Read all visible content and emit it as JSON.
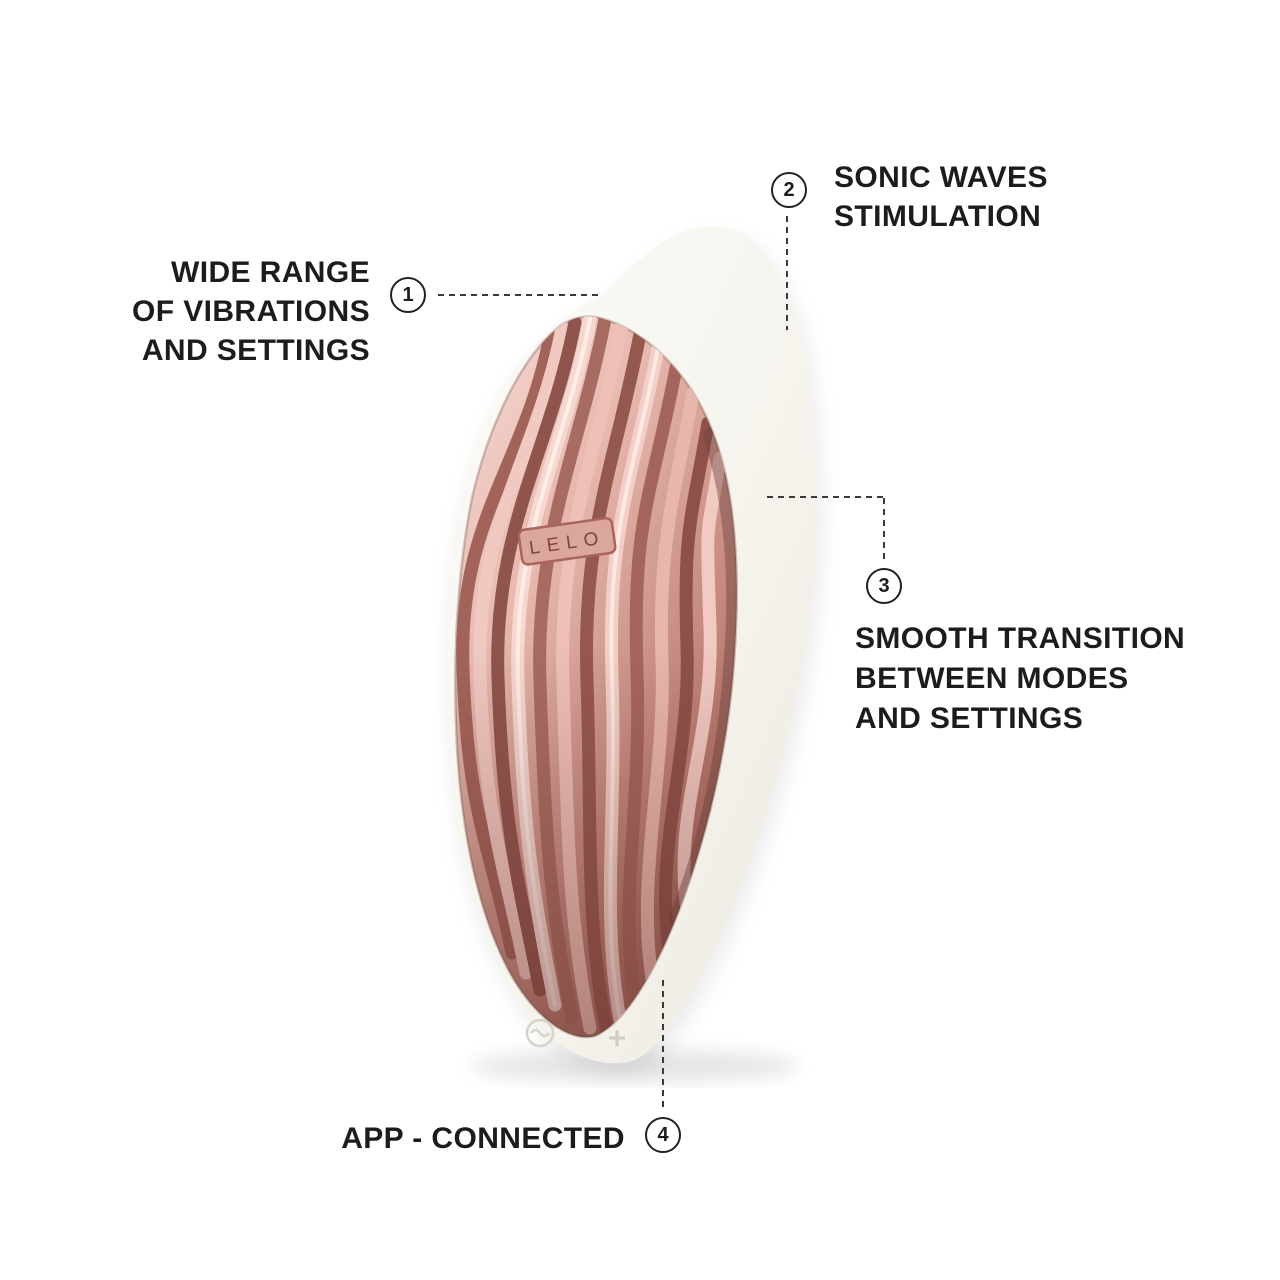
{
  "page": {
    "background": "#ffffff",
    "description": "Product feature callout diagram"
  },
  "product": {
    "brand": "LELO",
    "illustration": "sonic-clitoral-massager-device",
    "colors": {
      "body": "#f6f4ee",
      "panel_light": "#f7ddd6",
      "panel_mid": "#c5897e",
      "panel_dark": "#9a5d53",
      "text": "#1c1c1c"
    },
    "bottom_buttons": [
      "wave-button",
      "plus-button"
    ]
  },
  "callouts": [
    {
      "number": "1",
      "lines": [
        "WIDE RANGE",
        "OF VIBRATIONS",
        "AND SETTINGS"
      ]
    },
    {
      "number": "2",
      "lines": [
        "SONIC WAVES",
        "STIMULATION"
      ]
    },
    {
      "number": "3",
      "lines": [
        "SMOOTH TRANSITION",
        "BETWEEN MODES",
        "AND SETTINGS"
      ]
    },
    {
      "number": "4",
      "lines": [
        "APP - CONNECTED"
      ]
    }
  ]
}
